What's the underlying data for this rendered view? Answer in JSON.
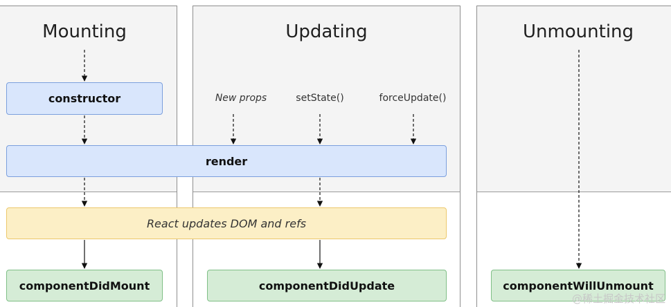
{
  "phases": {
    "mounting": "Mounting",
    "updating": "Updating",
    "unmounting": "Unmounting"
  },
  "triggers": {
    "new_props": "New props",
    "set_state": "setState()",
    "force_update": "forceUpdate()"
  },
  "methods": {
    "constructor": "constructor",
    "render": "render",
    "react_updates": "React updates DOM and refs",
    "did_mount": "componentDidMount",
    "did_update": "componentDidUpdate",
    "will_unmount": "componentWillUnmount"
  },
  "watermark": "@稀土掘金技术社区",
  "colors": {
    "blue_fill": "#d9e6fc",
    "blue_border": "#7b9fdd",
    "yellow_fill": "#fcefc6",
    "yellow_border": "#ecc86b",
    "green_fill": "#d5ecd6",
    "green_border": "#7fbf86",
    "phase_background": "#f4f4f4"
  }
}
